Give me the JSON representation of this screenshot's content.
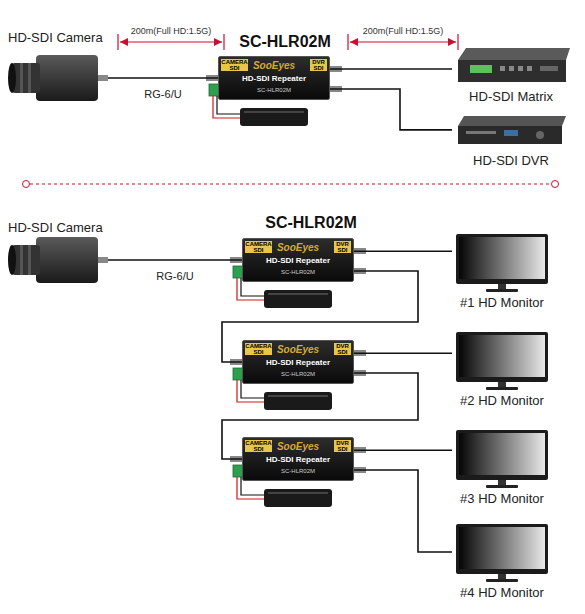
{
  "diagram": {
    "nodes": [
      {
        "text": [
          "HD-SDI Camera"
        ]
      },
      {
        "text": [
          "CAMERA SDI",
          "SooEyes",
          "DVR SDI",
          "HD-SDI Repeater",
          "SC-HLR02M"
        ]
      },
      {
        "text": [
          "HD-SDI Matrix"
        ]
      },
      {
        "text": [
          "HD-SDI DVR"
        ]
      },
      {
        "text": [
          "HD-SDI Camera"
        ]
      },
      {
        "text": [
          "CAMERA SDI",
          "SooEyes",
          "DVR SDI",
          "HD-SDI Repeater",
          "SC-HLR02M"
        ]
      },
      {
        "text": [
          "CAMERA SDI",
          "SooEyes",
          "DVR SDI",
          "HD-SDI Repeater",
          "SC-HLR02M"
        ]
      },
      {
        "text": [
          "CAMERA SDI",
          "SooEyes",
          "DVR SDI",
          "HD-SDI Repeater",
          "SC-HLR02M"
        ]
      },
      {
        "text": [
          "#1 HD Monitor"
        ]
      },
      {
        "text": [
          "#2 HD Monitor"
        ]
      },
      {
        "text": [
          "#3 HD Monitor"
        ]
      },
      {
        "text": [
          "#4 HD Monitor"
        ]
      }
    ],
    "edges": [
      {
        "from": 0,
        "to": 1,
        "arrow": "none",
        "label": "RG-6/U"
      },
      {
        "from": 1,
        "to": 2,
        "arrow": "none"
      },
      {
        "from": 1,
        "to": 3,
        "arrow": "none"
      },
      {
        "from": 4,
        "to": 5,
        "arrow": "none",
        "label": "RG-6/U"
      },
      {
        "from": 5,
        "to": 8,
        "arrow": "none"
      },
      {
        "from": 5,
        "to": 6,
        "arrow": "none"
      },
      {
        "from": 6,
        "to": 9,
        "arrow": "none"
      },
      {
        "from": 6,
        "to": 7,
        "arrow": "none"
      },
      {
        "from": 7,
        "to": 10,
        "arrow": "none"
      },
      {
        "from": 7,
        "to": 11,
        "arrow": "none"
      }
    ],
    "labels": [
      "200m(Full HD:1.5G)",
      "SC-HLR02M",
      "200m(Full HD:1.5G)",
      "SC-HLR02M"
    ]
  }
}
